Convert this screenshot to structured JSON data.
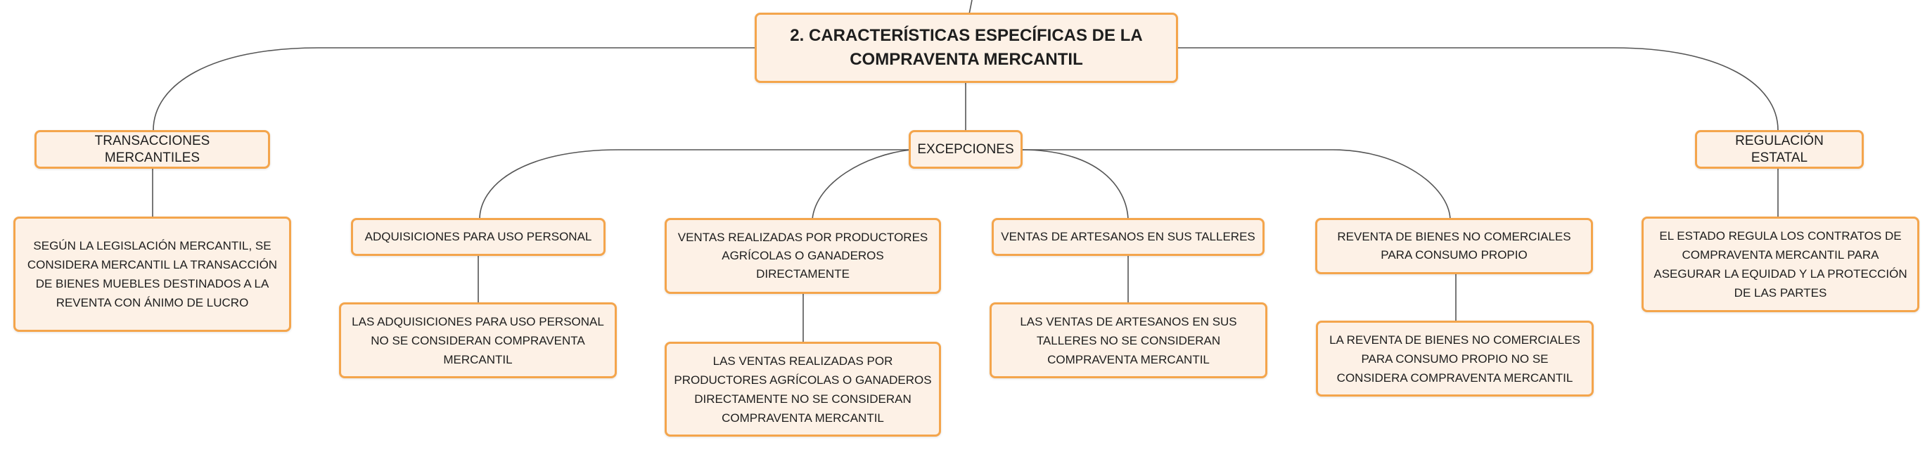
{
  "diagram": {
    "root": {
      "label": "2. CARACTERÍSTICAS ESPECÍFICAS DE LA COMPRAVENTA MERCANTIL"
    },
    "branches": [
      {
        "label": "TRANSACCIONES MERCANTILES",
        "detail": "SEGÚN LA LEGISLACIÓN MERCANTIL, SE CONSIDERA MERCANTIL LA TRANSACCIÓN DE BIENES MUEBLES DESTINADOS A LA REVENTA CON ÁNIMO DE LUCRO"
      },
      {
        "label": "EXCEPCIONES",
        "children": [
          {
            "label": "ADQUISICIONES PARA USO PERSONAL",
            "detail": "LAS ADQUISICIONES PARA USO PERSONAL NO SE CONSIDERAN COMPRAVENTA MERCANTIL"
          },
          {
            "label": "VENTAS REALIZADAS POR PRODUCTORES AGRÍCOLAS O GANADEROS DIRECTAMENTE",
            "detail": "LAS VENTAS REALIZADAS POR PRODUCTORES AGRÍCOLAS O GANADEROS DIRECTAMENTE NO SE CONSIDERAN COMPRAVENTA MERCANTIL"
          },
          {
            "label": "VENTAS DE ARTESANOS EN SUS TALLERES",
            "detail": "LAS VENTAS DE ARTESANOS EN SUS TALLERES NO SE CONSIDERAN COMPRAVENTA MERCANTIL"
          },
          {
            "label": "REVENTA DE BIENES NO COMERCIALES PARA CONSUMO PROPIO",
            "detail": "LA REVENTA DE BIENES NO COMERCIALES PARA CONSUMO PROPIO NO SE CONSIDERA COMPRAVENTA MERCANTIL"
          }
        ]
      },
      {
        "label": "REGULACIÓN ESTATAL",
        "detail": "EL ESTADO REGULA LOS CONTRATOS DE COMPRAVENTA MERCANTIL PARA ASEGURAR LA EQUIDAD Y LA PROTECCIÓN DE LAS PARTES"
      }
    ]
  }
}
